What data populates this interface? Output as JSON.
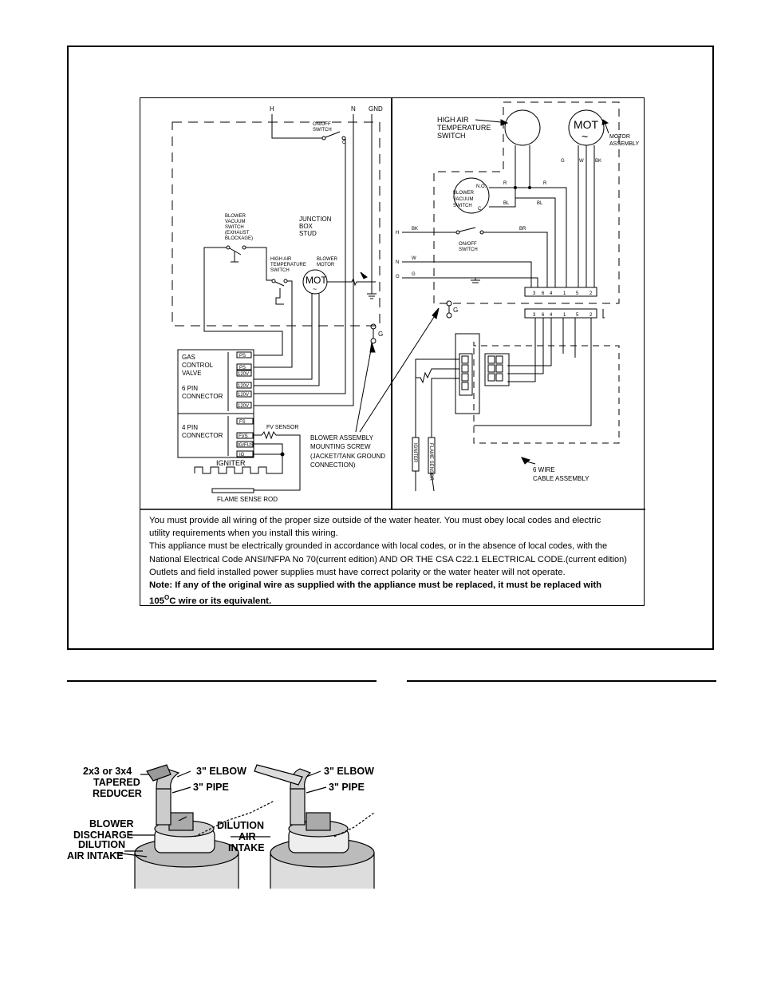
{
  "wiring_diagram": {
    "left": {
      "h": "H",
      "n": "N",
      "gnd": "GND",
      "on_off_switch": [
        "ON/OFF",
        "SWITCH"
      ],
      "switch_c": "C",
      "blower_vacuum_switch": [
        "BLOWER",
        "VACUUM",
        "SWITCH",
        "(EXHAUST",
        "BLOCKAGE)"
      ],
      "junction_box_stud": [
        "JUNCTION",
        "BOX",
        "STUD"
      ],
      "high_air_temp_switch": [
        "HIGH AIR",
        "TEMPERATURE",
        "SWITCH"
      ],
      "blower_motor": [
        "BLOWER",
        "MOTOR"
      ],
      "mot": "MOT",
      "mot_symbol": "~",
      "g": "G",
      "gas_control_valve": [
        "GAS",
        "CONTROL",
        "VALVE"
      ],
      "six_pin_connector": [
        "6 PIN",
        "CONNECTOR"
      ],
      "four_pin_connector": [
        "4 PIN",
        "CONNECTOR"
      ],
      "six_pin_labels": [
        "PS",
        "PS",
        "120V",
        "120V",
        "120V",
        "120V"
      ],
      "four_pin_labels": [
        "FS",
        "FVS",
        "IG/FUS",
        "IG"
      ],
      "fv_sensor": "FV SENSOR",
      "igniter": "IGNITER",
      "flame_sense_rod": "FLAME SENSE ROD",
      "blower_assembly_screw": [
        "BLOWER ASSEMBLY",
        "MOUNTING SCREW",
        "(JACKET/TANK GROUND",
        "CONNECTION)"
      ]
    },
    "right": {
      "high_air_temp_switch": [
        "HIGH AIR",
        "TEMPERATURE",
        "SWITCH"
      ],
      "mot": "MOT",
      "mot_symbol": "~",
      "motor_assembly": [
        "MOTOR",
        "ASSEMBLY"
      ],
      "wire_g": "G",
      "wire_w": "W",
      "wire_bk": "BK",
      "wire_r1": "R",
      "wire_r2": "R",
      "wire_bl1": "BL",
      "wire_bl2": "BL",
      "blower_vacuum_switch": [
        "BLOWER",
        "VACUUM",
        "SWITCH"
      ],
      "switch_no": "N.O.",
      "switch_c": "C",
      "h": "H",
      "n": "N",
      "g": "G",
      "bk": "BK",
      "br": "BR",
      "w": "W",
      "g_wire": "G",
      "on_off_switch": [
        "ON/OFF",
        "SWITCH"
      ],
      "terminal_numbers": [
        "3",
        "6",
        "4",
        "1",
        "5",
        "2"
      ],
      "ground_g": "G",
      "igniter": "IGNITER",
      "flame_sensor": "FLAME SENSOR",
      "cable_assembly": [
        "6 WIRE",
        "CABLE ASSEMBLY"
      ]
    },
    "notes": [
      "You must provide all wiring of the proper size outside of the water heater.  You must obey local codes and electric",
      "utility requirements when you install this wiring.",
      "This appliance must be electrically grounded in accordance with local codes, or in the absence of local codes, with the",
      "National Electrical Code ANSI/NFPA No 70(current edition) AND OR THE CSA C22.1 ELECTRICAL CODE.(current edition)",
      "Outlets and field installed power supplies must have correct polarity or the water heater will not operate."
    ],
    "note_bold_1": "Note: If any of the original wire as supplied with the appliance must be replaced, it must be replaced with",
    "note_bold_2_prefix": "105",
    "note_bold_2_sup": "O",
    "note_bold_2_suffix": "C wire or its equivalent."
  },
  "venting_illustration": {
    "left": {
      "reducer": [
        "2x3 or 3x4",
        "TAPERED",
        "REDUCER"
      ],
      "elbow": "3\" ELBOW",
      "pipe": "3\" PIPE",
      "blower_discharge": [
        "BLOWER",
        "DISCHARGE"
      ],
      "dilution_air_intake": [
        "DILUTION",
        "AIR INTAKE"
      ]
    },
    "right": {
      "elbow": "3\" ELBOW",
      "pipe": "3\" PIPE",
      "dilution_air_intake": [
        "DILUTION",
        "AIR",
        "INTAKE"
      ]
    }
  }
}
